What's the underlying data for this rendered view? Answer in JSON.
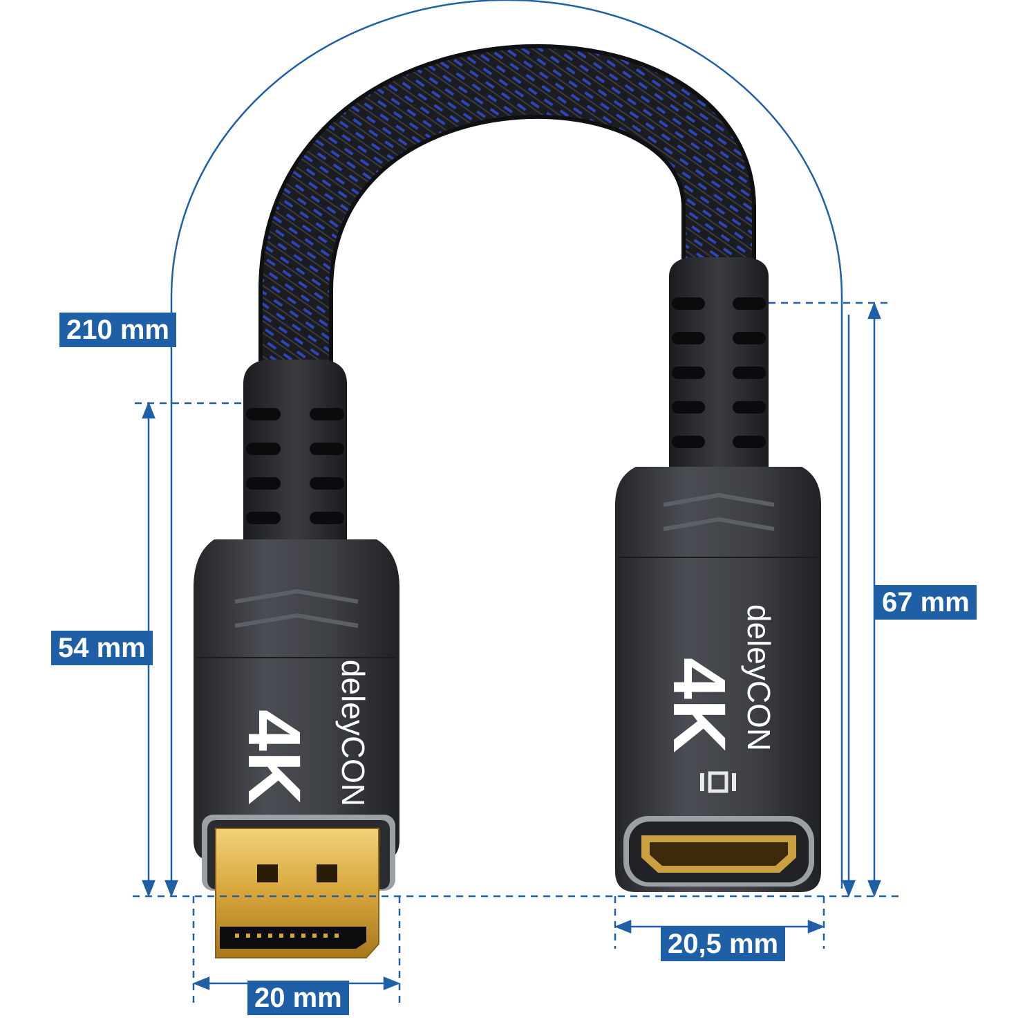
{
  "dimensions": {
    "total_length": "210 mm",
    "dp_plug_length": "54 mm",
    "hdmi_plug_length": "67 mm",
    "dp_plug_width": "20 mm",
    "hdmi_plug_width": "20,5 mm"
  },
  "connector_left": {
    "brand": "deleyCON",
    "resolution": "4K"
  },
  "connector_right": {
    "brand": "deleyCON",
    "resolution": "4K"
  },
  "colors": {
    "dimension_blue": "#1f5fa6",
    "cable_blue": "#2e45b8",
    "housing_dark": "#3a3d42",
    "gold": "#d6a53a"
  },
  "icons": {
    "hdmi_port_symbol": "hdmi-symbol-icon"
  }
}
